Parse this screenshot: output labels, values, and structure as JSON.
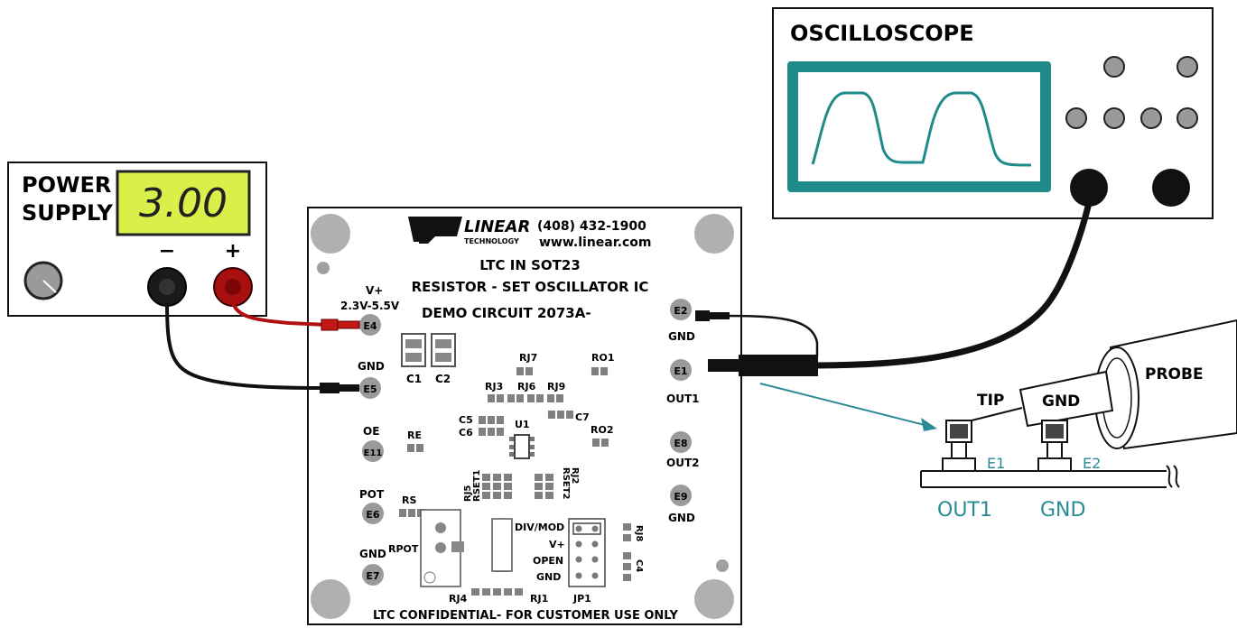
{
  "power_supply": {
    "title_line1": "POWER",
    "title_line2": "SUPPLY",
    "display_value": "3.00",
    "minus_label": "−",
    "plus_label": "+"
  },
  "oscilloscope": {
    "title": "OSCILLOSCOPE"
  },
  "board": {
    "logo_text": "LINEAR",
    "logo_subtext": "TECHNOLOGY",
    "phone": "(408) 432-1900",
    "website": "www.linear.com",
    "line1": "LTC IN SOT23",
    "line2": "RESISTOR - SET OSCILLATOR IC",
    "line3": "DEMO CIRCUIT 2073A-",
    "footer": "LTC CONFIDENTIAL- FOR CUSTOMER USE ONLY",
    "terminals": {
      "vplus_label": "V+",
      "vplus_range": "2.3V-5.5V",
      "e4": "E4",
      "gnd_e5_label": "GND",
      "e5": "E5",
      "oe_label": "OE",
      "e11": "E11",
      "pot_label": "POT",
      "e6": "E6",
      "gnd_e7_label": "GND",
      "e7": "E7",
      "e2": "E2",
      "gnd_e2_label": "GND",
      "e1": "E1",
      "out1_label": "OUT1",
      "e8": "E8",
      "out2_label": "OUT2",
      "e9": "E9",
      "gnd_e9_label": "GND"
    },
    "components": {
      "c1": "C1",
      "c2": "C2",
      "rj7": "RJ7",
      "ro1": "RO1",
      "rj3": "RJ3",
      "rj6": "RJ6",
      "rj9": "RJ9",
      "c5": "C5",
      "c6": "C6",
      "u1": "U1",
      "c7": "C7",
      "ro2": "RO2",
      "re": "RE",
      "rj5": "RJ5",
      "rset1": "RSET1",
      "rset2": "RSET2",
      "rj2": "RJ2",
      "rs": "RS",
      "rpot": "RPOT",
      "div_mod": "DIV/MOD",
      "vplus_jp": "V+",
      "open": "OPEN",
      "gnd_jp": "GND",
      "rj8": "RJ8",
      "c4": "C4",
      "rj4": "RJ4",
      "rj1": "RJ1",
      "jp1": "JP1"
    }
  },
  "probe_detail": {
    "probe_label": "PROBE",
    "tip_label": "TIP",
    "gnd_ring_label": "GND",
    "e1_label": "E1",
    "e2_label": "E2",
    "out1_label": "OUT1",
    "gnd_label": "GND"
  },
  "colors": {
    "lcd_green": "#d9f04a",
    "screen_teal": "#1f8a8a",
    "wire_red": "#b01010",
    "wire_black": "#111111",
    "pad_gray": "#9a9a9a",
    "annotation_teal": "#2a8a96"
  }
}
